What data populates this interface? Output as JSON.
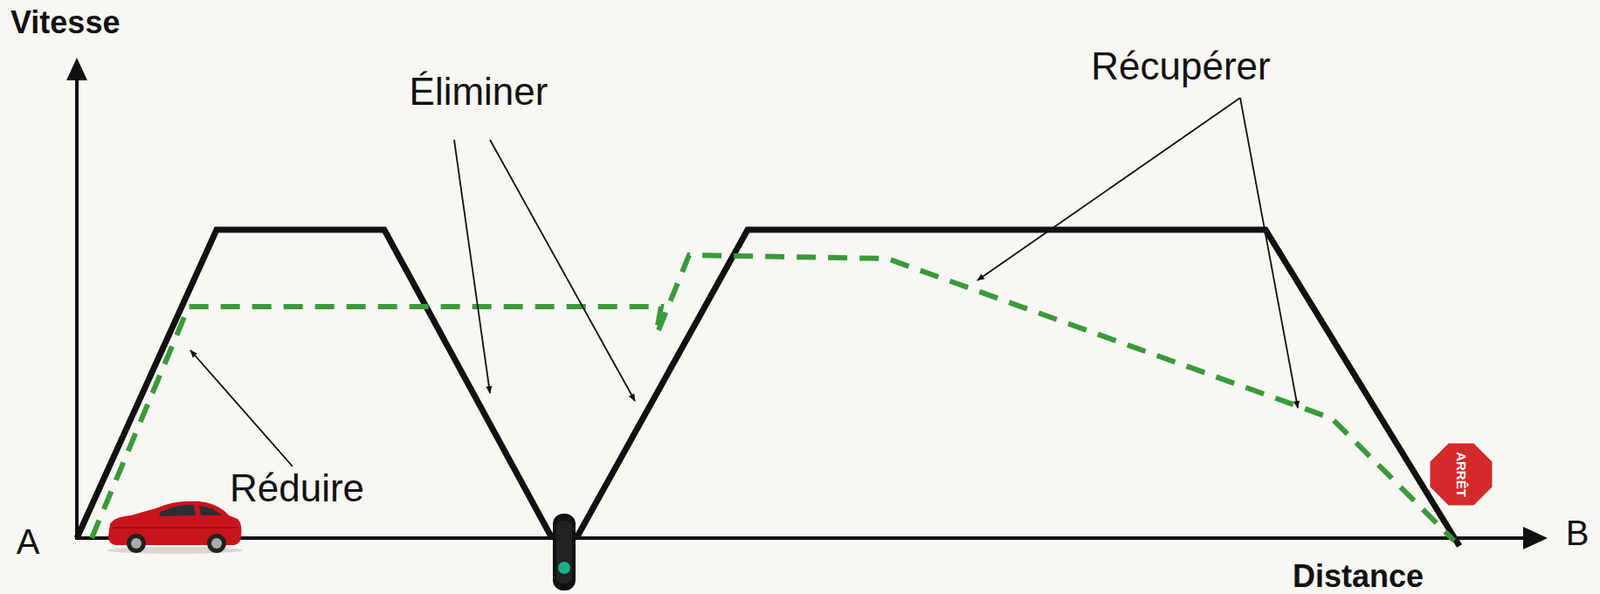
{
  "diagram": {
    "labels": [
      "Vitesse",
      "Éliminer",
      "Récupérer",
      "Réduire",
      "A",
      "B",
      "Distance",
      "ARRÊT"
    ]
  }
}
